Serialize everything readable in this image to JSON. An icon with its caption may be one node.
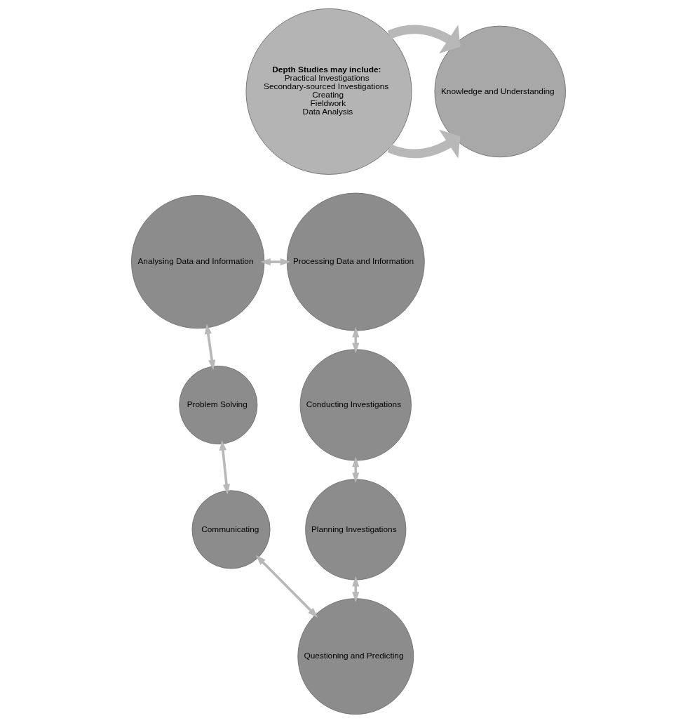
{
  "diagram": {
    "nodes": [
      {
        "text": [
          "Depth Studies may include:",
          "Practical Investigations",
          "Secondary-sourced Investigations",
          "Creating",
          "Fieldwork",
          "Data Analysis"
        ]
      },
      {
        "text": [
          "Questioning and Predicting"
        ]
      },
      {
        "text": [
          "Planning Investigations"
        ]
      },
      {
        "text": [
          "Conducting Investigations"
        ]
      },
      {
        "text": [
          "Processing Data and Information"
        ]
      },
      {
        "text": [
          "Analysing Data and Information"
        ]
      },
      {
        "text": [
          "Problem Solving"
        ]
      },
      {
        "text": [
          "Communicating"
        ]
      },
      {
        "text": [
          "Knowledge and Understanding"
        ]
      }
    ],
    "edges": [
      {
        "from": 1,
        "to": 2,
        "arrow": "both"
      },
      {
        "from": 2,
        "to": 3,
        "arrow": "both"
      },
      {
        "from": 3,
        "to": 4,
        "arrow": "both"
      },
      {
        "from": 4,
        "to": 5,
        "arrow": "both"
      },
      {
        "from": 5,
        "to": 6,
        "arrow": "both"
      },
      {
        "from": 6,
        "to": 7,
        "arrow": "both"
      },
      {
        "from": 7,
        "to": 1,
        "arrow": "both"
      },
      {
        "from": 0,
        "to": 8,
        "arrow": "to",
        "style": "thick"
      },
      {
        "from": 0,
        "to": 8,
        "arrow": "to",
        "style": "thick"
      }
    ]
  }
}
